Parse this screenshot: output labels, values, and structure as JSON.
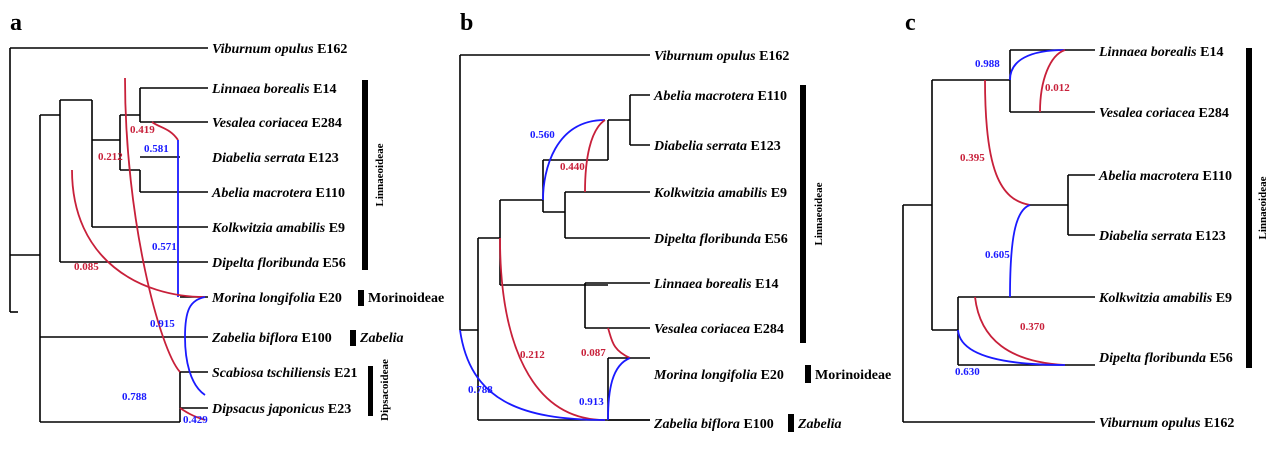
{
  "colors": {
    "red": "#c8203a",
    "blue": "#1a1aff",
    "black": "#000000"
  },
  "panels": [
    {
      "id": "a",
      "label": "a",
      "taxa": [
        {
          "species": "Viburnum opulus",
          "code": "E162"
        },
        {
          "species": "Linnaea borealis",
          "code": "E14"
        },
        {
          "species": "Vesalea coriacea",
          "code": "E284"
        },
        {
          "species": "Diabelia serrata",
          "code": "E123"
        },
        {
          "species": "Abelia macrotera",
          "code": "E110"
        },
        {
          "species": "Kolkwitzia amabilis",
          "code": "E9"
        },
        {
          "species": "Dipelta floribunda",
          "code": "E56"
        },
        {
          "species": "Morina longifolia",
          "code": "E20"
        },
        {
          "species": "Zabelia biflora",
          "code": "E100"
        },
        {
          "species": "Scabiosa tschiliensis",
          "code": "E21"
        },
        {
          "species": "Dipsacus japonicus",
          "code": "E23"
        }
      ],
      "groups": [
        {
          "name": "Linnaeoideae",
          "vertical": true
        },
        {
          "name": "Morinoideae",
          "vertical": false
        },
        {
          "name": "Zabelia",
          "vertical": false,
          "italic": true
        },
        {
          "name": "Dipsacoideae",
          "vertical": true
        }
      ],
      "reticulations": [
        {
          "value": "0.419",
          "color": "red"
        },
        {
          "value": "0.581",
          "color": "blue"
        },
        {
          "value": "0.212",
          "color": "red"
        },
        {
          "value": "0.571",
          "color": "blue"
        },
        {
          "value": "0.085",
          "color": "red"
        },
        {
          "value": "0.915",
          "color": "blue"
        },
        {
          "value": "0.788",
          "color": "blue"
        },
        {
          "value": "0.429",
          "color": "blue"
        }
      ]
    },
    {
      "id": "b",
      "label": "b",
      "taxa": [
        {
          "species": "Viburnum opulus",
          "code": "E162"
        },
        {
          "species": "Abelia macrotera",
          "code": "E110"
        },
        {
          "species": "Diabelia serrata",
          "code": "E123"
        },
        {
          "species": "Kolkwitzia amabilis",
          "code": "E9"
        },
        {
          "species": "Dipelta floribunda",
          "code": "E56"
        },
        {
          "species": "Linnaea borealis",
          "code": "E14"
        },
        {
          "species": "Vesalea coriacea",
          "code": "E284"
        },
        {
          "species": "Morina longifolia",
          "code": "E20"
        },
        {
          "species": "Zabelia biflora",
          "code": "E100"
        }
      ],
      "groups": [
        {
          "name": "Linnaeoideae",
          "vertical": true
        },
        {
          "name": "Morinoideae",
          "vertical": false
        },
        {
          "name": "Zabelia",
          "vertical": false,
          "italic": true
        }
      ],
      "reticulations": [
        {
          "value": "0.560",
          "color": "blue"
        },
        {
          "value": "0.440",
          "color": "red"
        },
        {
          "value": "0.212",
          "color": "red"
        },
        {
          "value": "0.087",
          "color": "red"
        },
        {
          "value": "0.788",
          "color": "blue"
        },
        {
          "value": "0.913",
          "color": "blue"
        }
      ]
    },
    {
      "id": "c",
      "label": "c",
      "taxa": [
        {
          "species": "Linnaea borealis",
          "code": "E14"
        },
        {
          "species": "Vesalea coriacea",
          "code": "E284"
        },
        {
          "species": "Abelia macrotera",
          "code": "E110"
        },
        {
          "species": "Diabelia serrata",
          "code": "E123"
        },
        {
          "species": "Kolkwitzia amabilis",
          "code": "E9"
        },
        {
          "species": "Dipelta floribunda",
          "code": "E56"
        },
        {
          "species": "Viburnum opulus",
          "code": "E162"
        }
      ],
      "groups": [
        {
          "name": "Linnaeoideae",
          "vertical": true
        }
      ],
      "reticulations": [
        {
          "value": "0.988",
          "color": "blue"
        },
        {
          "value": "0.012",
          "color": "red"
        },
        {
          "value": "0.395",
          "color": "red"
        },
        {
          "value": "0.605",
          "color": "blue"
        },
        {
          "value": "0.370",
          "color": "red"
        },
        {
          "value": "0.630",
          "color": "blue"
        }
      ]
    }
  ]
}
